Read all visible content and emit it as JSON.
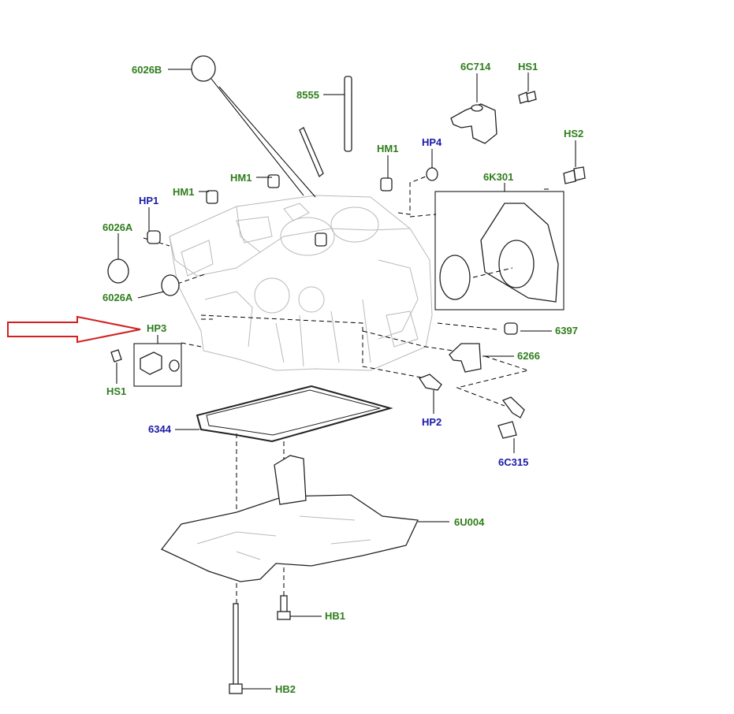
{
  "colors": {
    "green_label": "#2f7d1c",
    "blue_label": "#1a1aa8",
    "pointer_arrow": "#d21f1f"
  },
  "labels": {
    "l6026B": "6026B",
    "l8555": "8555",
    "l6C714": "6C714",
    "lHS1_top": "HS1",
    "lHS2": "HS2",
    "lHP4": "HP4",
    "lHM1_a": "HM1",
    "lHM1_b": "HM1",
    "lHM1_c": "HM1",
    "lHP1": "HP1",
    "l6026A_a": "6026A",
    "l6026A_b": "6026A",
    "l6K301": "6K301",
    "lHP3": "HP3",
    "lHS1_left": "HS1",
    "l6397": "6397",
    "l6266": "6266",
    "lHP2": "HP2",
    "l6344": "6344",
    "l6C315": "6C315",
    "l6U004": "6U004",
    "lHB1": "HB1",
    "lHB2": "HB2"
  }
}
